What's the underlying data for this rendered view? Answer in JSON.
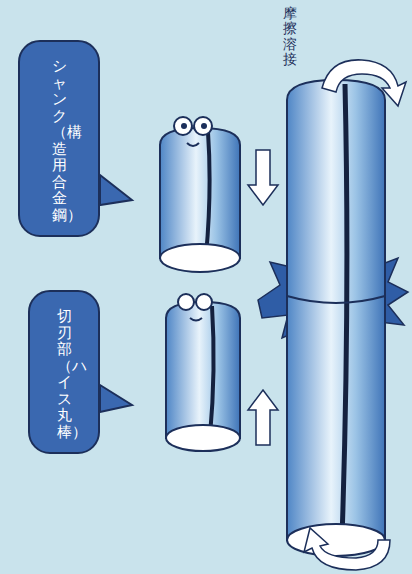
{
  "diagram": {
    "nodes": [
      {
        "text": [
          "シャンク（構造用合金鋼）"
        ]
      },
      {
        "text": [
          "切刃部（ハイス丸棒）"
        ]
      }
    ],
    "labels": [
      "摩擦溶接"
    ]
  }
}
